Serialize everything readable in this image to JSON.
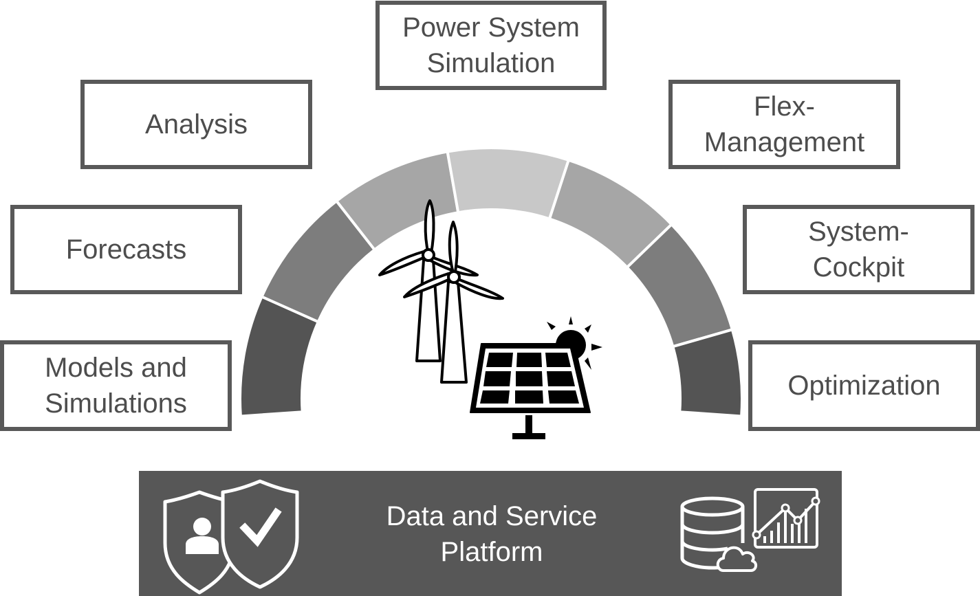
{
  "modules": {
    "power_system_simulation": [
      "Power System",
      "Simulation"
    ],
    "analysis": [
      "Analysis"
    ],
    "flex_management": [
      "Flex-",
      "Management"
    ],
    "forecasts": [
      "Forecasts"
    ],
    "system_cockpit": [
      "System-",
      "Cockpit"
    ],
    "models_and_simulations": [
      "Models and",
      "Simulations"
    ],
    "optimization": [
      "Optimization"
    ]
  },
  "platform": {
    "title": [
      "Data and Service",
      "Platform"
    ]
  },
  "icons": {
    "center": [
      "wind-turbines-icon",
      "solar-panel-icon",
      "sun-icon"
    ],
    "platform_left": [
      "security-shield-icon",
      "user-icon",
      "checkmark-icon"
    ],
    "platform_right": [
      "database-icon",
      "cloud-icon",
      "line-chart-icon"
    ]
  },
  "colors": {
    "box_border": "#595959",
    "text": "#4d4d4d",
    "platform_bg": "#575757",
    "arc_segments": [
      "#545454",
      "#7d7d7d",
      "#a6a6a6",
      "#c8c8c8",
      "#a6a6a6",
      "#7d7d7d",
      "#545454"
    ]
  }
}
